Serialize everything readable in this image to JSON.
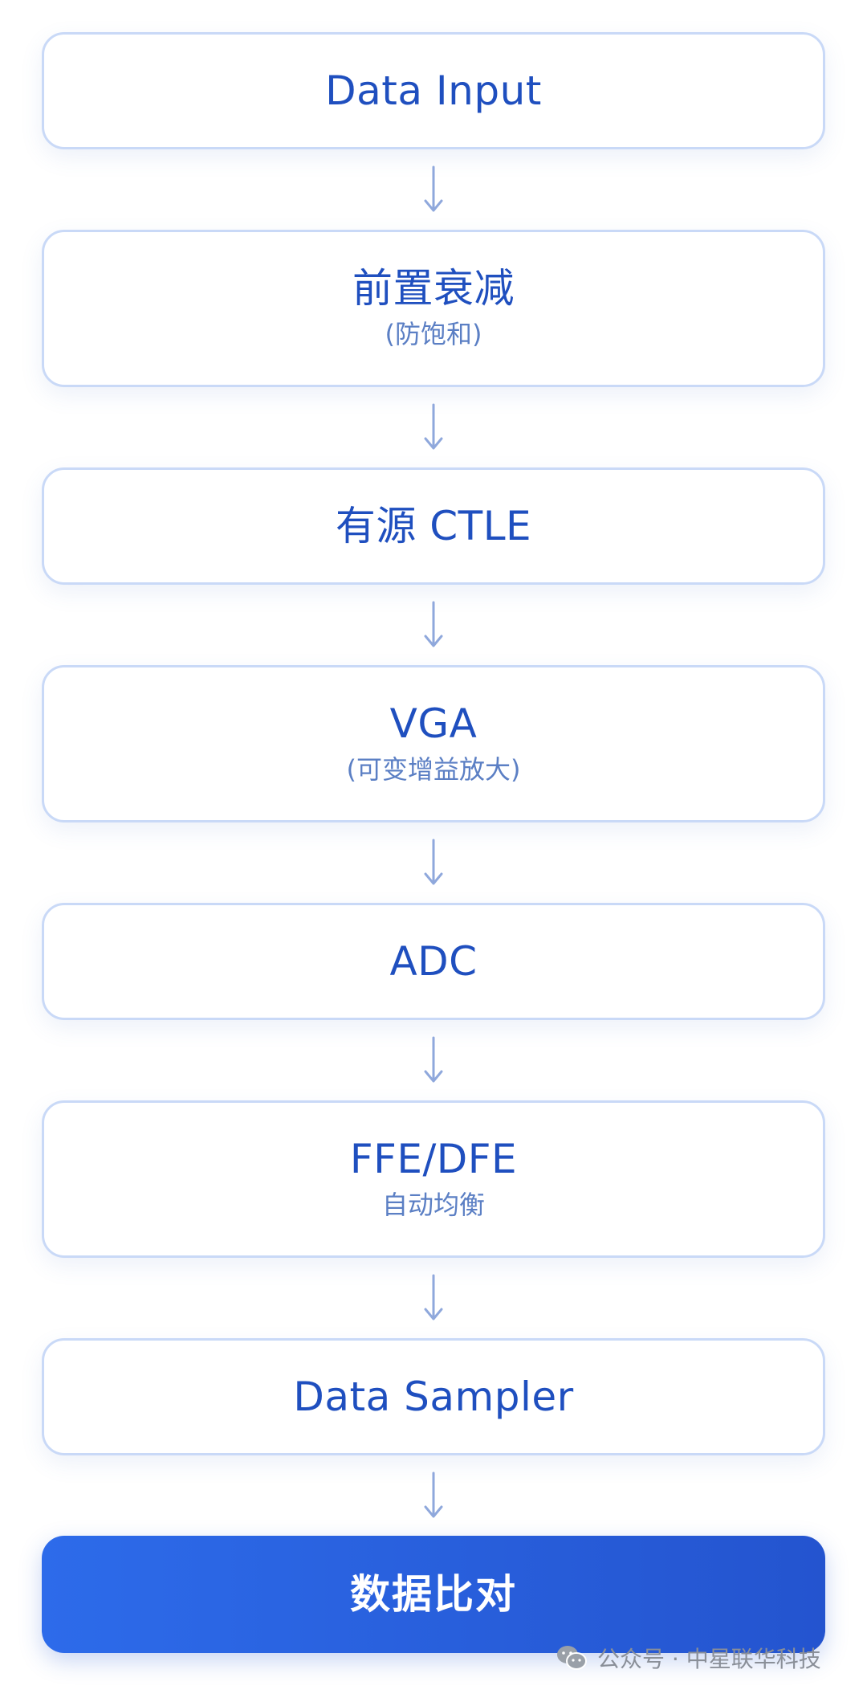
{
  "steps": [
    {
      "title": "Data Input"
    },
    {
      "title": "前置衰减",
      "subtitle": "(防饱和)"
    },
    {
      "title": "有源 CTLE"
    },
    {
      "title": "VGA",
      "subtitle": "(可变增益放大)"
    },
    {
      "title": "ADC"
    },
    {
      "title": "FFE/DFE",
      "subtitle": "自动均衡"
    },
    {
      "title": "Data Sampler"
    },
    {
      "title": "数据比对"
    }
  ],
  "watermark": {
    "icon": "wechat-icon",
    "text": "公众号 · 中星联华科技"
  },
  "colors": {
    "accent": "#1f4fbf",
    "box_border": "#c9d9f7",
    "arrow": "#8fa8dc",
    "final_box": "#2d6bea"
  }
}
